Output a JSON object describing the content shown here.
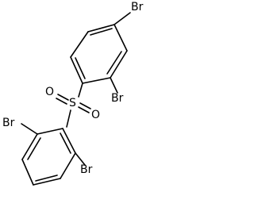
{
  "molecule": {
    "atoms": {
      "br_top": "Br",
      "br_ortho_upper": "Br",
      "sulfur": "S",
      "oxygen_left": "O",
      "oxygen_right": "O",
      "br_lower_left": "Br",
      "br_lower_right": "Br"
    }
  }
}
